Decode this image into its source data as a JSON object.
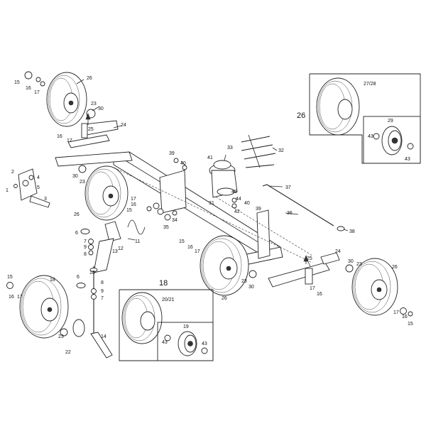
{
  "diagram": {
    "callouts": {
      "c15a": "15",
      "c16a": "16",
      "c17a": "17",
      "c26a": "26",
      "c23a": "23",
      "c30a": "30",
      "c16b": "16",
      "c17b": "17",
      "c25a": "25",
      "c24a": "24",
      "c2": "2",
      "c1": "1",
      "c4": "4",
      "c5": "5",
      "c3": "3",
      "c30b": "30",
      "c23b": "23",
      "c26b": "26",
      "c39": "39",
      "c40a": "40",
      "c41": "41",
      "c33": "33",
      "c32": "32",
      "c31": "31",
      "c45": "45",
      "c44": "44",
      "c42": "42",
      "c40b": "40",
      "c39b": "39",
      "c17c": "17",
      "c16c": "16",
      "c15c": "15",
      "c34": "34",
      "c35": "35",
      "c37": "37",
      "c36": "36",
      "c38": "38",
      "c6a": "6",
      "c7a": "7",
      "c9a": "9",
      "c8a": "8",
      "c13": "13",
      "c12": "12",
      "c11": "11",
      "c10": "10",
      "c6b": "6",
      "c8b": "8",
      "c9b": "9",
      "c7b": "7",
      "c15d": "15",
      "c16d": "16",
      "c17d": "17",
      "c18a": "18",
      "c23c": "23",
      "c22": "22",
      "c14": "14",
      "c15e": "15",
      "c16e": "16",
      "c17e": "17",
      "c26c": "26",
      "c23d": "23",
      "c30c": "30",
      "c25b": "25",
      "c24b": "24",
      "c30d": "30",
      "c23e": "23",
      "c26d": "26",
      "c17f": "17",
      "c16f": "16",
      "c17g": "17",
      "c16g": "16",
      "c15g": "15"
    },
    "inset_top": {
      "group_label": "26",
      "tyre_label": "27/28",
      "hub_label": "29",
      "bearing_left": "43",
      "bearing_right": "43"
    },
    "inset_bottom": {
      "group_label": "18",
      "tyre_label": "20/21",
      "hub_label": "19",
      "bearing_left": "43",
      "bearing_right": "43"
    }
  }
}
